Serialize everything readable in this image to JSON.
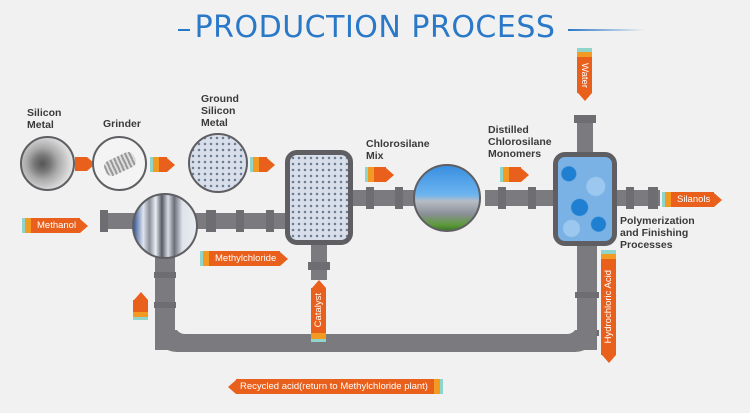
{
  "title": "PRODUCTION PROCESS",
  "colors": {
    "title": "#2a78c8",
    "tag_orange": "#e8601c",
    "tag_accent": "#f29a22",
    "tag_teal": "#8fd5cc",
    "pipe": "#7b7b7f"
  },
  "stages": {
    "silicon_metal": {
      "label_line1": "Silicon",
      "label_line2": "Metal"
    },
    "grinder": {
      "label": "Grinder"
    },
    "ground_silicon_metal": {
      "label_line1": "Ground",
      "label_line2": "Silicon",
      "label_line3": "Metal"
    },
    "chlorosilane_mix": {
      "label_line1": "Chlorosilane",
      "label_line2": "Mix"
    },
    "distilled_monomers": {
      "label_line1": "Distilled",
      "label_line2": "Chlorosilane",
      "label_line3": "Monomers"
    },
    "polymerization": {
      "label_line1": "Polymerization",
      "label_line2": "and Finishing",
      "label_line3": "Processes"
    }
  },
  "tags": {
    "methanol": "Methanol",
    "methylchloride": "Methylchloride",
    "catalyst": "Catalyst",
    "water": "Water",
    "silanols": "Silanols",
    "hydrochloric_acid": "Hydrochloric Acid",
    "recycled_acid": "Recycled acid(return to Methylchloride plant)"
  }
}
